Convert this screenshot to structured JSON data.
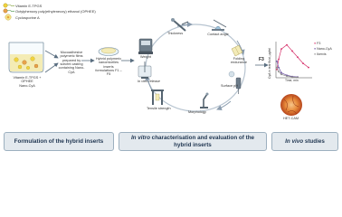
{
  "legend": {
    "item1": "Vitamin E-TPGS",
    "item2": "Octylphenoxy poly(ethyleneoxy) ethanol (OPHEE)",
    "item3": "Cyclosporine A"
  },
  "left": {
    "beaker_label": "Vitamin E-TPGS + OPHEE\nNano-CyA",
    "mucoadhesive_films": "Mucoadhesive polymeric films prepared by solvent casting containing Nano-CyA",
    "hybrid_inserts": "Hybrid polymeric nanomicelles inserts formulations F1 – F5"
  },
  "cycle": {
    "thickness": "Thickness",
    "contact_angle": "Contact angle",
    "weight": "Weight",
    "folding_endurance": "Folding endurance",
    "in_vitro_release": "In vitro release",
    "surface_ph": "Surface pH",
    "tensile_strength": "Tensile strength",
    "morphology": "Morphology",
    "f3_label": "F3"
  },
  "chart": {
    "ylabel": "CyA in tear fluid, µg/ml",
    "xlabel": "Time, min",
    "legend": [
      "F3",
      "Nano-CyA",
      "Ikervis"
    ],
    "colors": [
      "#d6306a",
      "#6b4fa0",
      "#8a8a8a"
    ]
  },
  "chart_data": {
    "type": "line",
    "xlabel": "Time, min",
    "ylabel": "CyA in tear fluid, µg/ml",
    "xlim": [
      0,
      200
    ],
    "series": [
      {
        "name": "F3",
        "x": [
          5,
          15,
          30,
          60,
          90,
          120,
          150,
          180
        ],
        "y": [
          2,
          4.5,
          7,
          8,
          6.5,
          5,
          3.5,
          2.5
        ]
      },
      {
        "name": "Nano-CyA",
        "x": [
          5,
          15,
          30,
          60,
          90,
          120
        ],
        "y": [
          4,
          2.5,
          1.2,
          0.6,
          0.3,
          0.2
        ]
      },
      {
        "name": "Ikervis",
        "x": [
          5,
          15,
          30,
          60,
          90,
          120
        ],
        "y": [
          2.5,
          1.5,
          0.8,
          0.4,
          0.2,
          0.1
        ]
      }
    ]
  },
  "het_cam": "HET-CAM",
  "footers": {
    "left": "Formulation of the hybrid inserts",
    "middle_italic": "In vitro",
    "middle_rest": " characterisation and evaluation of the hybrid inserts",
    "right_italic": "In vivo",
    "right_rest": " studies"
  }
}
